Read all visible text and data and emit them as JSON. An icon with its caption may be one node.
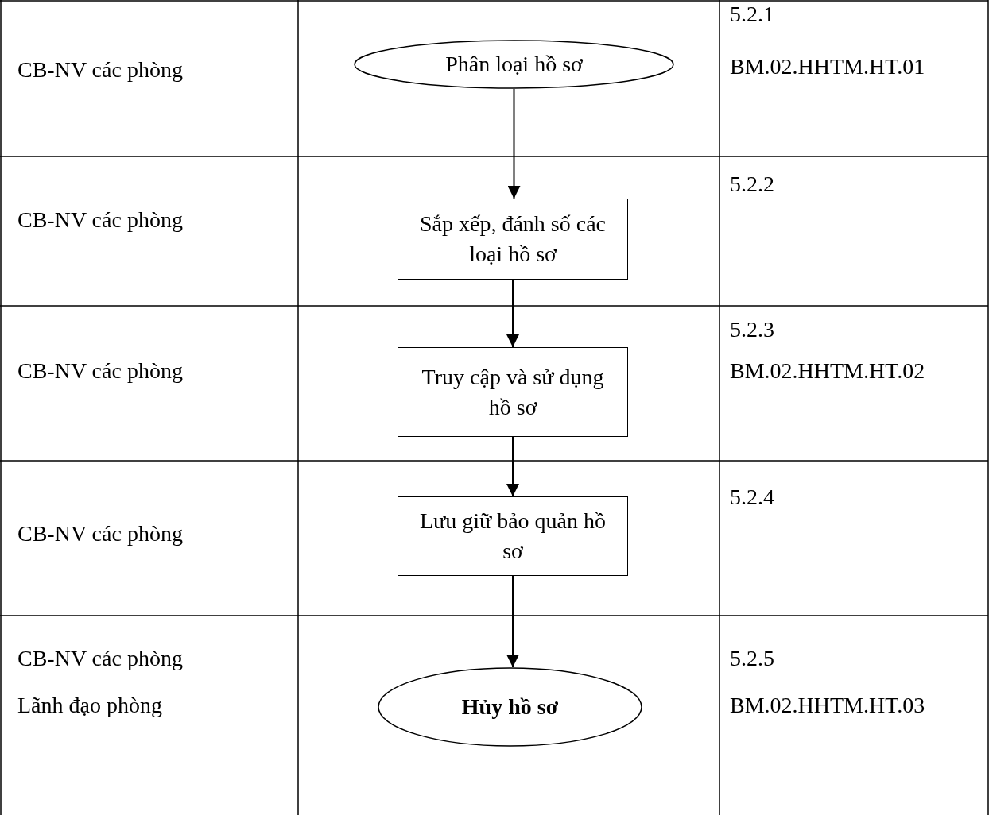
{
  "diagram": {
    "nodes": [
      {
        "text": [
          "Phân loại hồ sơ"
        ]
      },
      {
        "text": [
          "Sắp xếp, đánh số các loại hồ sơ"
        ]
      },
      {
        "text": [
          "Truy cập và sử dụng hồ sơ"
        ]
      },
      {
        "text": [
          "Lưu giữ bảo quản hồ sơ"
        ]
      },
      {
        "text": [
          "Hủy hồ sơ"
        ]
      }
    ],
    "edges": [
      {
        "from": 0,
        "to": 1,
        "arrow": "to"
      },
      {
        "from": 1,
        "to": 2,
        "arrow": "to"
      },
      {
        "from": 2,
        "to": 3,
        "arrow": "to"
      },
      {
        "from": 3,
        "to": 4,
        "arrow": "to"
      }
    ],
    "labels": [
      "CB-NV các phòng",
      "5.2.1",
      "BM.02.HHTM.HT.01",
      "CB-NV các phòng",
      "5.2.2",
      "CB-NV các phòng",
      "5.2.3",
      "BM.02.HHTM.HT.02",
      "CB-NV các phòng",
      "5.2.4",
      "CB-NV các phòng",
      "Lãnh đạo phòng",
      "5.2.5",
      "BM.02.HHTM.HT.03"
    ]
  }
}
